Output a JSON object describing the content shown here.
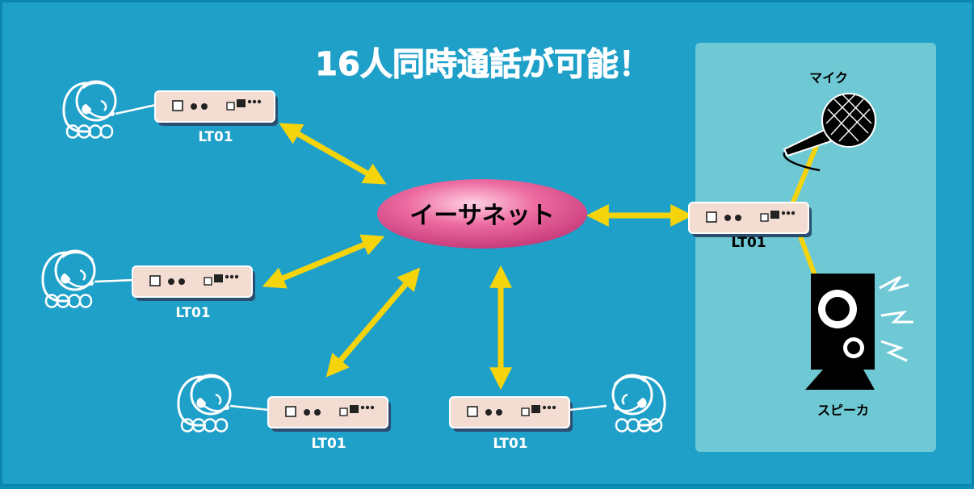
{
  "title": "16人同時通話が可能！",
  "network_label": "イーサネット",
  "device_label": "LT01",
  "mic_label": "マイク",
  "speaker_label": "スピーカ",
  "colors": {
    "background": "#1fa0c9",
    "panel": "#6fc9d5",
    "arrow": "#f5d40c",
    "device_body": "#f3ddd2",
    "ellipse": "#e0508a"
  },
  "nodes": [
    {
      "type": "headset-user",
      "device": "LT01"
    },
    {
      "type": "headset-user",
      "device": "LT01"
    },
    {
      "type": "headset-user",
      "device": "LT01"
    },
    {
      "type": "headset-user",
      "device": "LT01"
    },
    {
      "type": "mic-speaker-station",
      "device": "LT01"
    }
  ]
}
